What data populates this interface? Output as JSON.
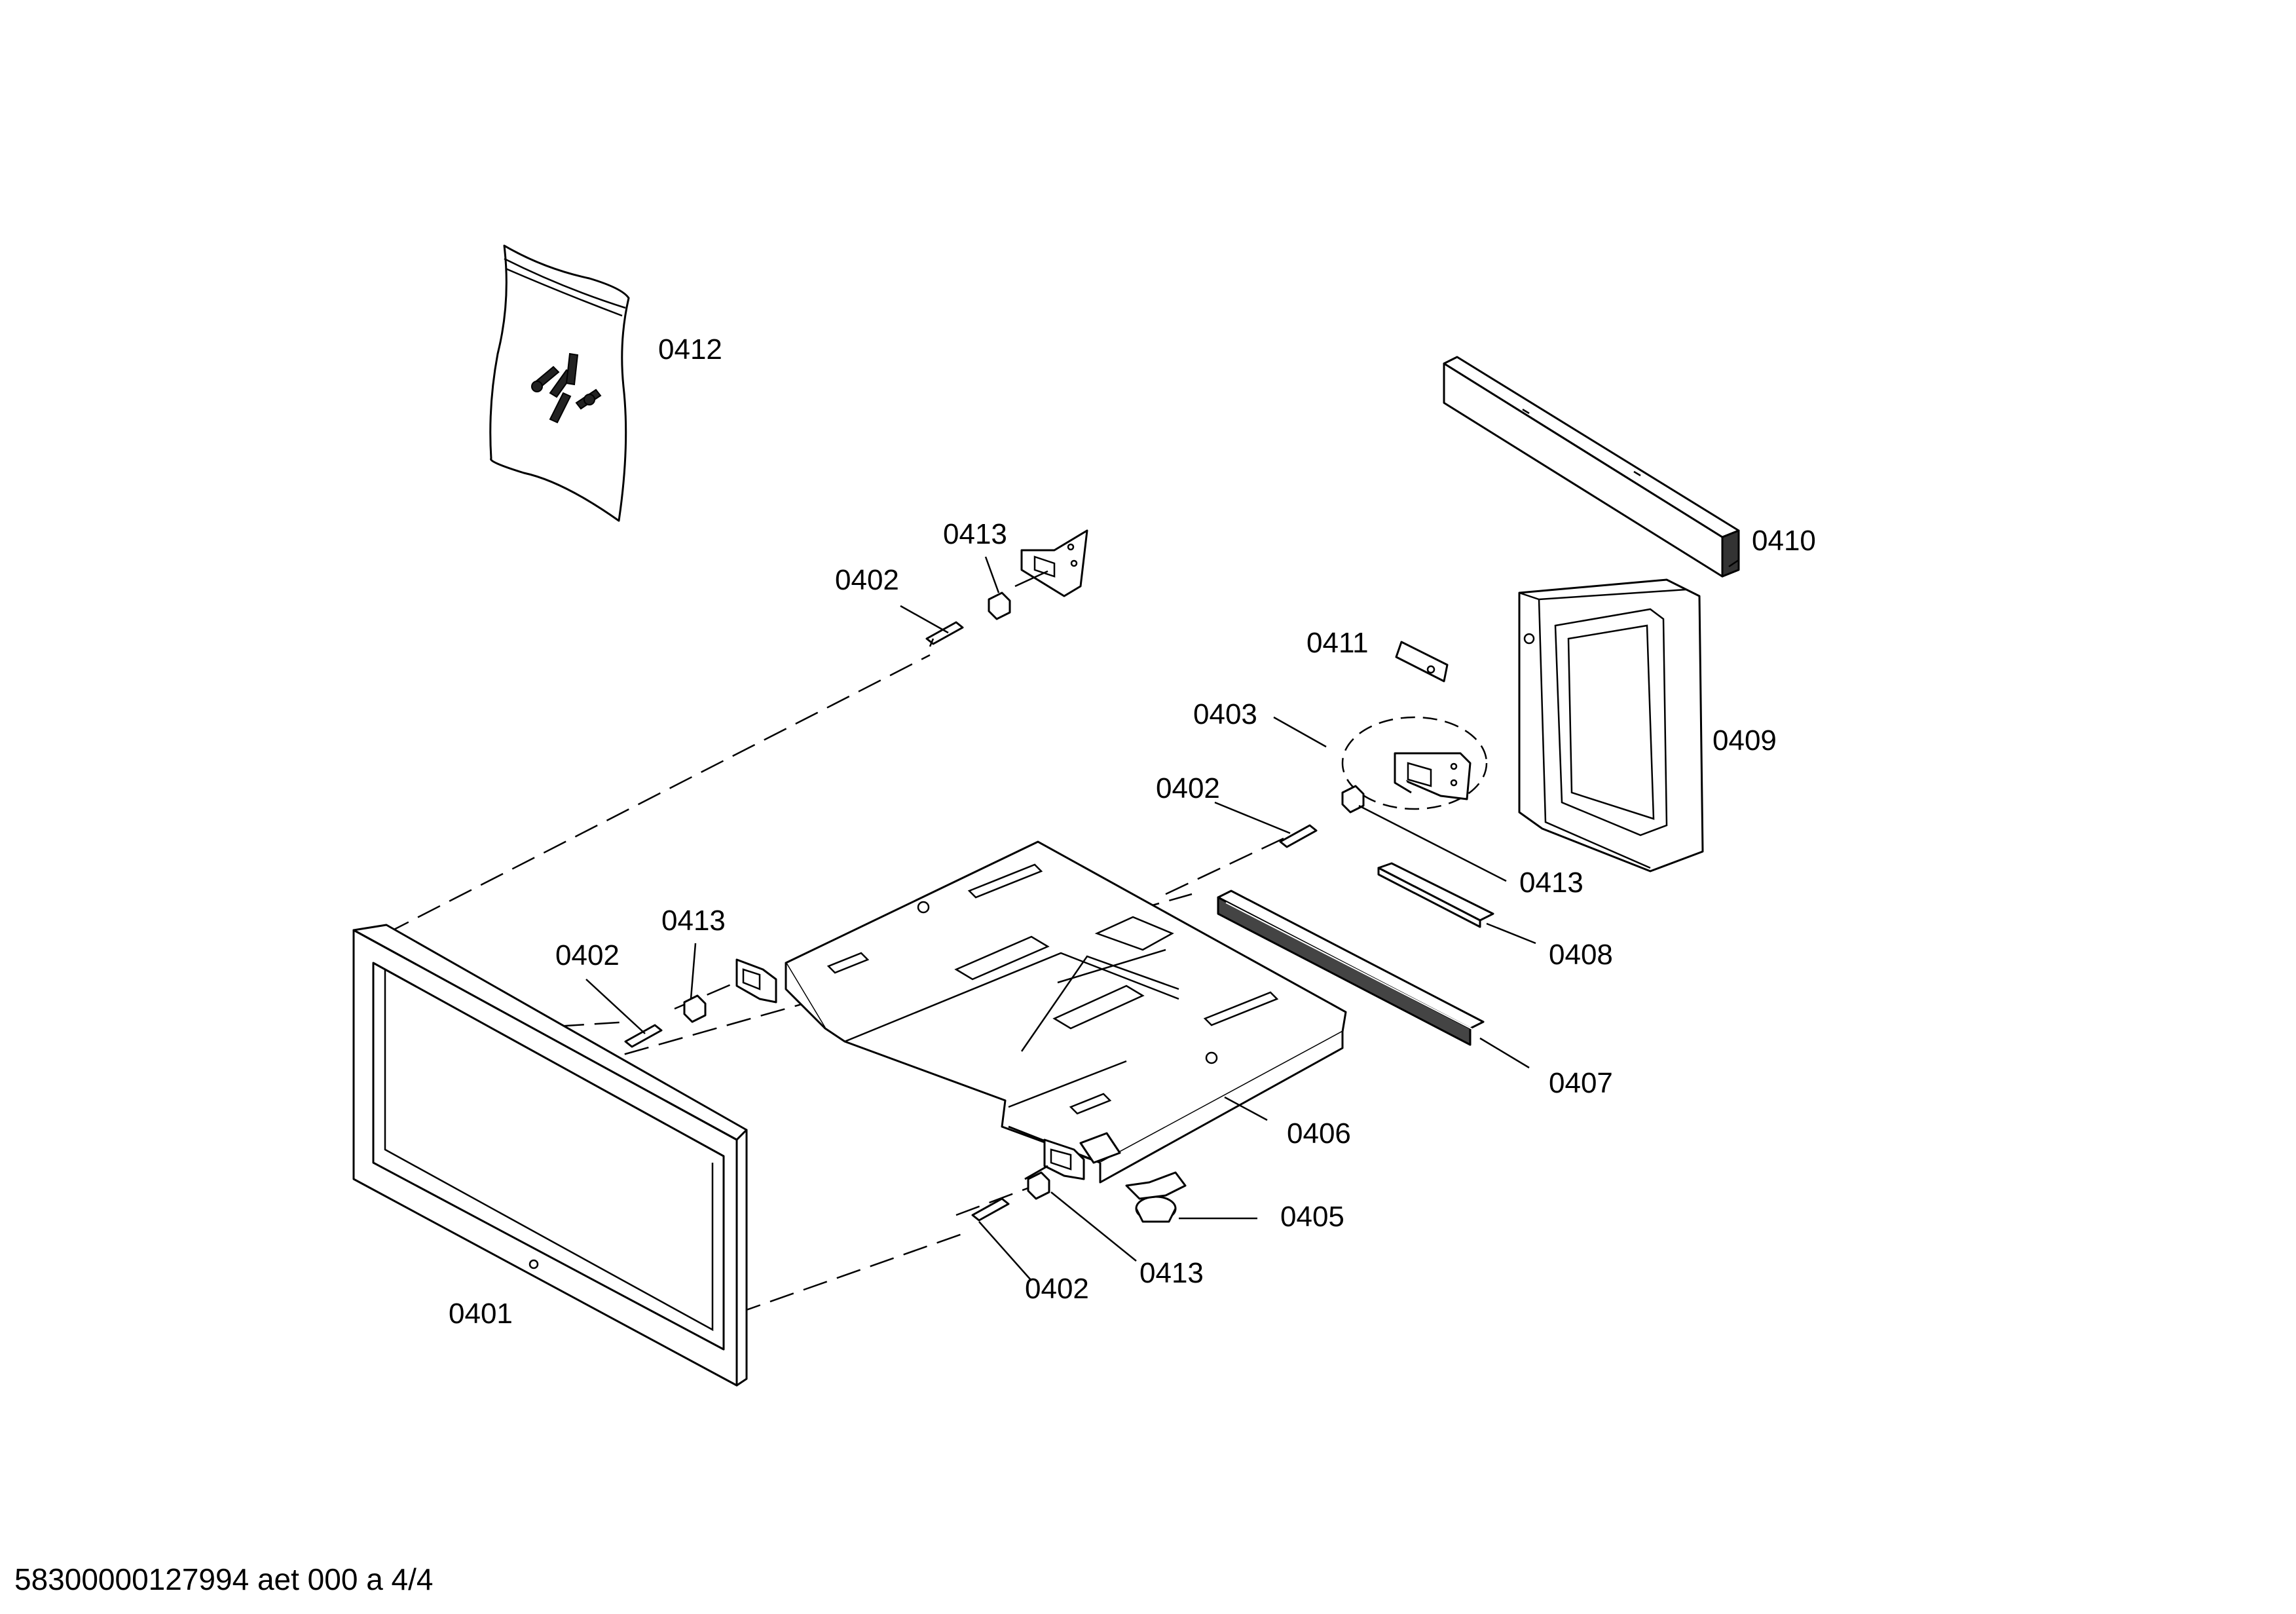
{
  "callouts": {
    "c0401": "0401",
    "c0402a": "0402",
    "c0402b": "0402",
    "c0402c": "0402",
    "c0402d": "0402",
    "c0403": "0403",
    "c0405": "0405",
    "c0406": "0406",
    "c0407": "0407",
    "c0408": "0408",
    "c0409": "0409",
    "c0410": "0410",
    "c0411": "0411",
    "c0412": "0412",
    "c0413a": "0413",
    "c0413b": "0413",
    "c0413c": "0413",
    "c0413d": "0413"
  },
  "footer": {
    "document_id": "58300000127994 aet 000 a 4/4"
  }
}
